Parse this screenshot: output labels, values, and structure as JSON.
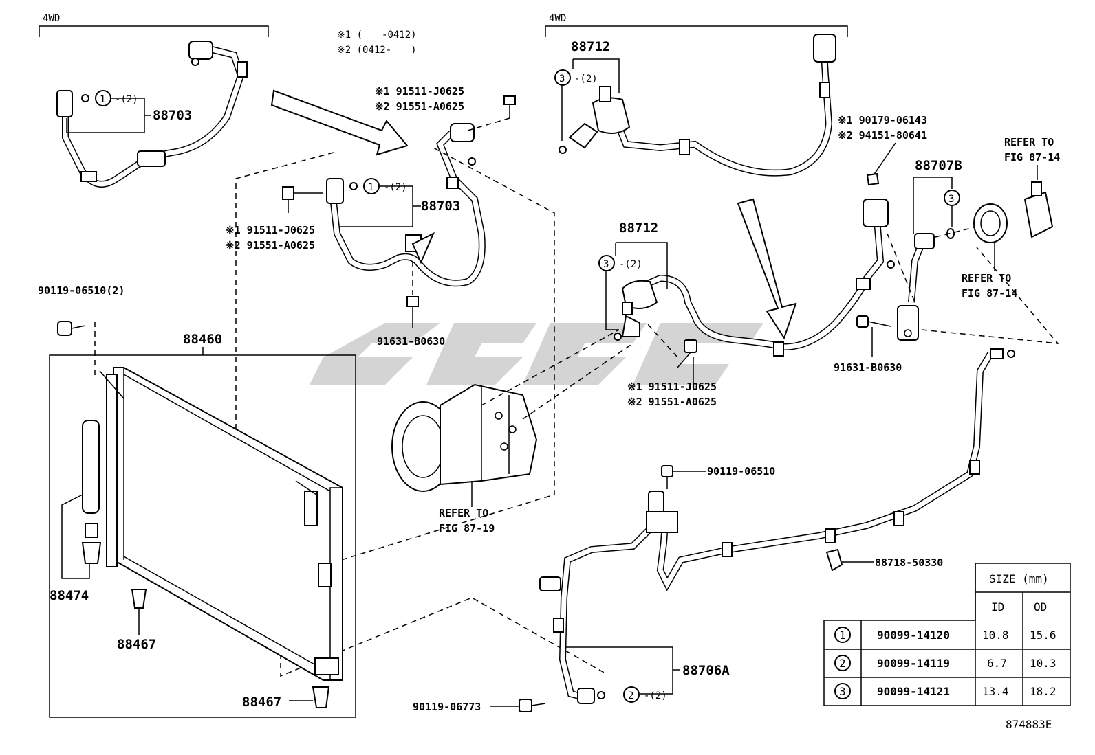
{
  "section_labels": {
    "left_4wd": "4WD",
    "right_4wd": "4WD"
  },
  "notes": {
    "note1": "※1 (　　-0412)",
    "note2": "※2 (0412-　　)"
  },
  "parts": {
    "p88703_top": "88703",
    "p88703_mid": "88703",
    "p88712_top": "88712",
    "p88712_mid": "88712",
    "p88707b": "88707B",
    "p88460": "88460",
    "p88474": "88474",
    "p88467_a": "88467",
    "p88467_b": "88467",
    "p88706a": "88706A",
    "p88718": "88718-50330",
    "p90119_06510_2": "90119-06510(2)",
    "p90119_06510": "90119-06510",
    "p90119_06773": "90119-06773",
    "p91631_a": "91631-B0630",
    "p91631_b": "91631-B0630",
    "b1_top_1": "※1 91511-J0625",
    "b1_top_2": "※2 91551-A0625",
    "b1_mid_1": "※1 91511-J0625",
    "b1_mid_2": "※2 91551-A0625",
    "b1_bot_1": "※1 91511-J0625",
    "b1_bot_2": "※2 91551-A0625",
    "b2_1": "※1 90179-06143",
    "b2_2": "※2 94151-80641"
  },
  "refs": {
    "fig_87_14_a_line1": "REFER TO",
    "fig_87_14_a_line2": "FIG 87-14",
    "fig_87_14_b_line1": "REFER TO",
    "fig_87_14_b_line2": "FIG 87-14",
    "fig_87_19_line1": "REFER TO",
    "fig_87_19_line2": "FIG 87-19"
  },
  "callouts": {
    "c1_a": "1",
    "c1_a_qty": "-(2)",
    "c1_b": "1",
    "c1_b_qty": "-(2)",
    "c3_a": "3",
    "c3_a_qty": "-(2)",
    "c3_b": "3",
    "c3_b_qty": "-(2)",
    "c3_c": "3",
    "c2_a": "2",
    "c2_a_qty": "-(2)"
  },
  "size_table": {
    "header": "SIZE (mm)",
    "col_id": "ID",
    "col_od": "OD",
    "rows": [
      {
        "mark": "1",
        "part": "90099-14120",
        "id": "10.8",
        "od": "15.6"
      },
      {
        "mark": "2",
        "part": "90099-14119",
        "id": "6.7",
        "od": "10.3"
      },
      {
        "mark": "3",
        "part": "90099-14121",
        "id": "13.4",
        "od": "18.2"
      }
    ]
  },
  "figure_id": "874883E"
}
